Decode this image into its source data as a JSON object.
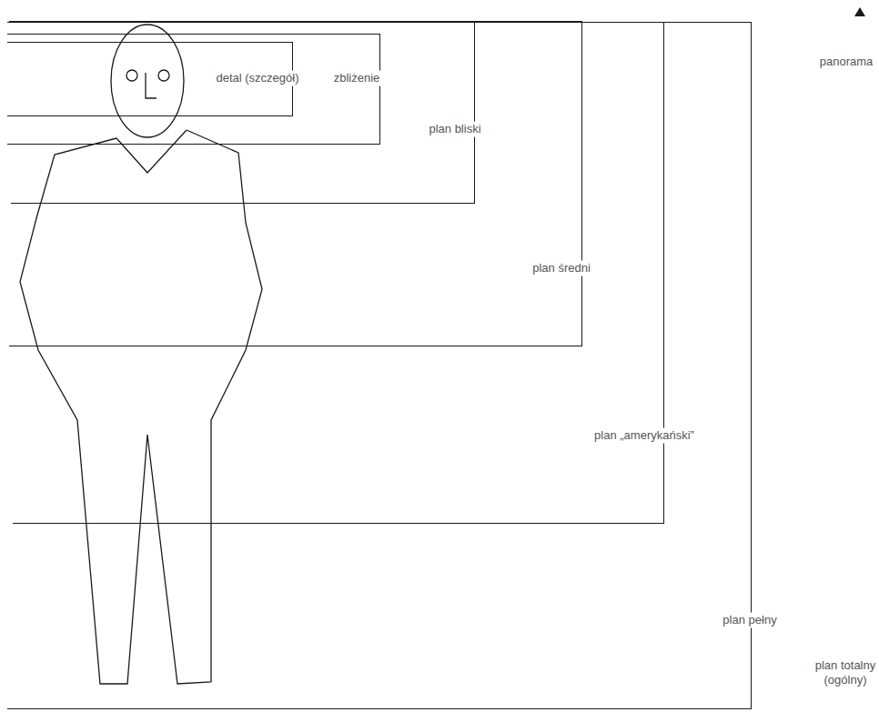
{
  "diagram": {
    "nodes": [
      {
        "text": [
          "plan pełny"
        ]
      },
      {
        "text": [
          "plan „amerykański”"
        ],
        "in": 0
      },
      {
        "text": [
          "plan średni"
        ],
        "in": 1
      },
      {
        "text": [
          "plan bliski"
        ],
        "in": 2
      },
      {
        "text": [
          "zbliżenie"
        ],
        "in": 3
      },
      {
        "text": [
          "detal (szczegół)"
        ],
        "in": 4
      }
    ],
    "labels": [
      "panorama",
      "plan totalny (ogólny)"
    ]
  }
}
